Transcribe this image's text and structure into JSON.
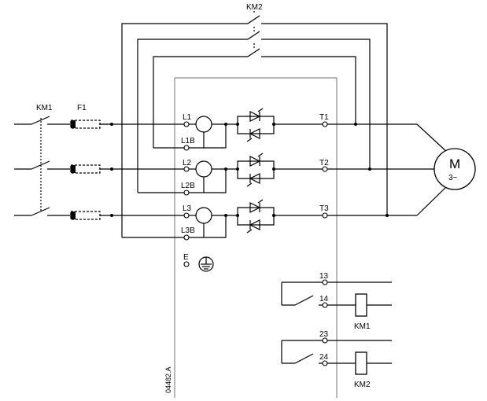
{
  "labels": {
    "km2_top": "KM2",
    "km1_top": "KM1",
    "f1": "F1",
    "l1": "L1",
    "l1b": "L1B",
    "l2": "L2",
    "l2b": "L2B",
    "l3": "L3",
    "l3b": "L3B",
    "t1": "T1",
    "t2": "T2",
    "t3": "T3",
    "e": "E",
    "motor_m": "M",
    "motor_phase": "3~",
    "t13": "13",
    "t14": "14",
    "t23": "23",
    "t24": "24",
    "coil_km1": "KM1",
    "coil_km2": "KM2",
    "drawing_no": "04482.A"
  }
}
